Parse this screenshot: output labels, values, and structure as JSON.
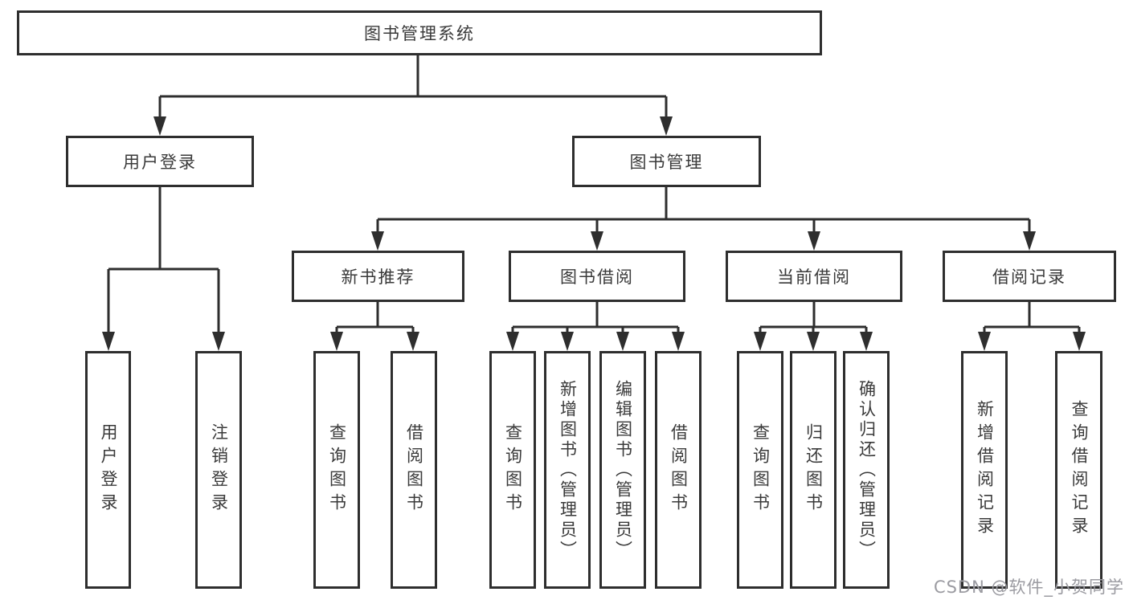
{
  "colors": {
    "line": "#2e2e2e",
    "box_border": "#2e2e2e",
    "text": "#3a3a3a",
    "background": "#ffffff",
    "watermark": "#9b9ba1"
  },
  "tree": {
    "root": {
      "label": "图书管理系统"
    },
    "login_branch": {
      "label": "用户登录",
      "children": [
        "用户登录",
        "注销登录"
      ]
    },
    "mgmt_branch": {
      "label": "图书管理",
      "sections": [
        {
          "label": "新书推荐",
          "children": [
            "查询图书",
            "借阅图书"
          ]
        },
        {
          "label": "图书借阅",
          "children": [
            "查询图书",
            "新增图书（管理员）",
            "编辑图书（管理员）",
            "借阅图书"
          ]
        },
        {
          "label": "当前借阅",
          "children": [
            "查询图书",
            "归还图书",
            "确认归还（管理员）"
          ]
        },
        {
          "label": "借阅记录",
          "children": [
            "新增借阅记录",
            "查询借阅记录"
          ]
        }
      ]
    }
  },
  "watermark": {
    "text": "CSDN @软件_小贺同学"
  }
}
